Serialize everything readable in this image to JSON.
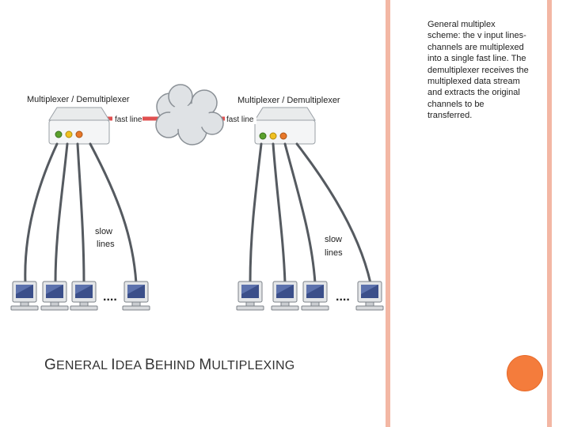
{
  "caption": "General multiplex scheme: the v input lines-channels are multiplexed into a single fast line. The demultiplexer receives the multiplexed data stream and extracts the original channels to be transferred.",
  "title": {
    "parts": [
      "G",
      "ENERAL ",
      "I",
      "DEA ",
      "B",
      "EHIND ",
      "M",
      "ULTIPLEXING"
    ]
  },
  "diagram": {
    "left_device_label": "Multiplexer / Demultiplexer",
    "right_device_label": "Multiplexer / Demultiplexer",
    "left_fast_line_label": "fast line",
    "right_fast_line_label": "fast line",
    "left_slow_lines_label": [
      "slow",
      "lines"
    ],
    "right_slow_lines_label": [
      "slow",
      "lines"
    ],
    "left_ellipsis": "....",
    "right_ellipsis": "....",
    "colors": {
      "fast_line": "#e05050",
      "cables": "#555a60",
      "accent": "#f47c3c"
    }
  }
}
